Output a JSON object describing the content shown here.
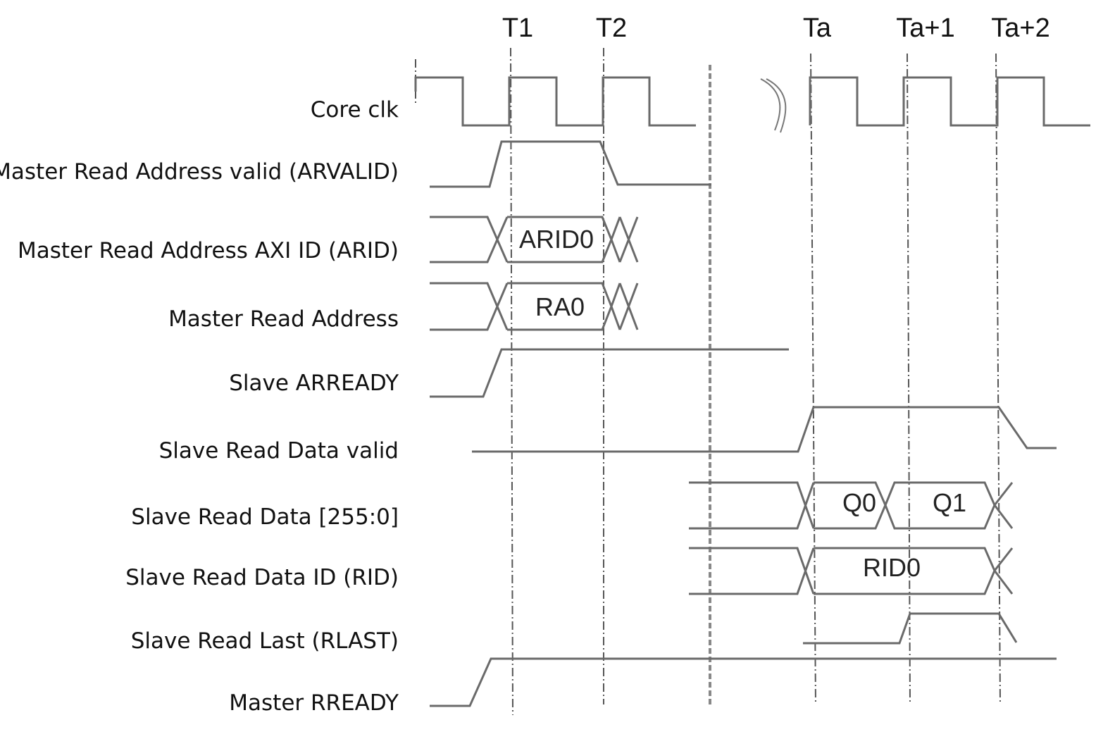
{
  "clock_markers": [
    "T1",
    "T2",
    "Ta",
    "Ta+1",
    "Ta+2"
  ],
  "signals": [
    {
      "label": "Core clk"
    },
    {
      "label": "Master Read Address valid (ARVALID)"
    },
    {
      "label": "Master Read Address AXI ID (ARID)",
      "values": [
        "ARID0"
      ]
    },
    {
      "label": "Master Read Address",
      "values": [
        "RA0"
      ]
    },
    {
      "label": "Slave ARREADY"
    },
    {
      "label": "Slave Read Data valid"
    },
    {
      "label": "Slave Read Data [255:0]",
      "values": [
        "Q0",
        "Q1"
      ]
    },
    {
      "label": "Slave Read Data ID (RID)",
      "values": [
        "RID0"
      ]
    },
    {
      "label": "Slave Read Last (RLAST)"
    },
    {
      "label": "Master RREADY"
    }
  ]
}
